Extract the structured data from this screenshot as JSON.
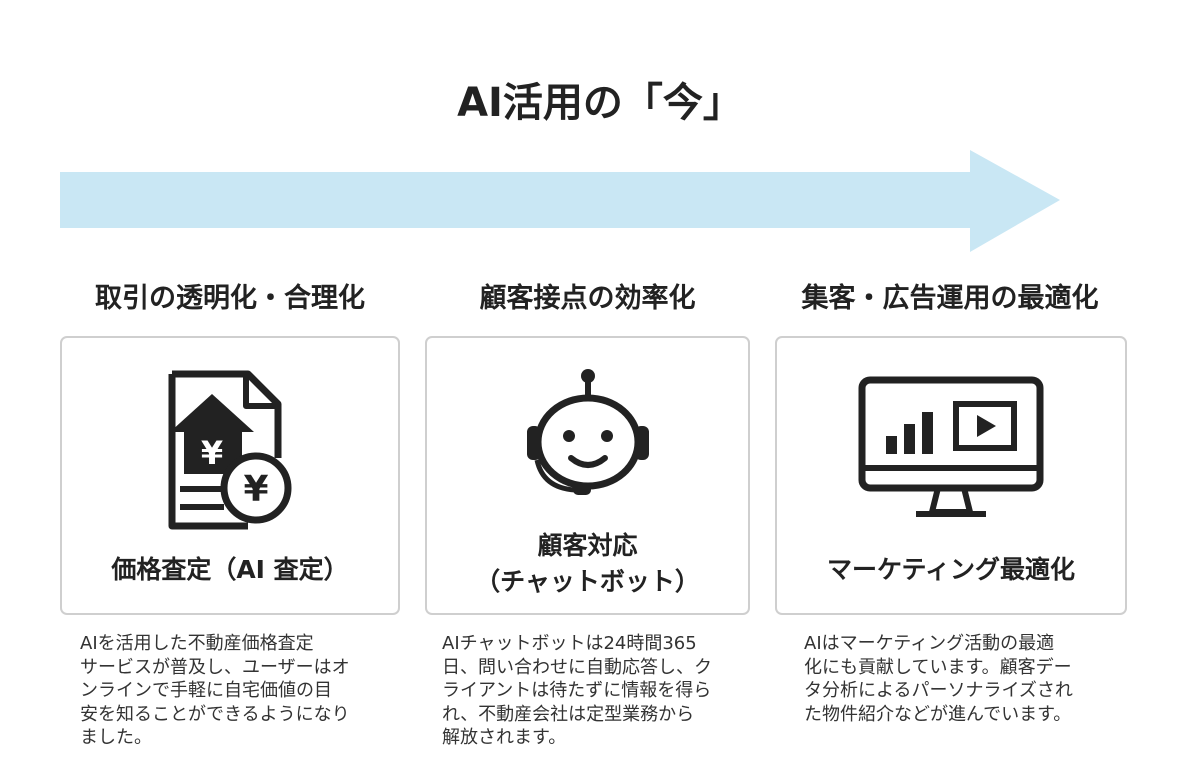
{
  "title": "AI活用の「今」",
  "colors": {
    "arrow": "#c9e7f4",
    "card_border": "#cfcfcf",
    "icon": "#222222"
  },
  "columns": [
    {
      "heading": "取引の透明化・合理化",
      "icon": "house-document-yen-icon",
      "card_title": [
        "価格査定（AI 査定）"
      ],
      "description": [
        "AIを活用した不動産価格査定",
        "サービスが普及し、ユーザーはオ",
        "ンラインで手軽に自宅価値の目",
        "安を知ることができるようになり",
        "ました。"
      ]
    },
    {
      "heading": "顧客接点の効率化",
      "icon": "chatbot-robot-icon",
      "card_title": [
        "顧客対応",
        "（チャットボット）"
      ],
      "description": [
        "AIチャットボットは24時間365",
        "日、問い合わせに自動応答し、ク",
        "ライアントは待たずに情報を得ら",
        "れ、不動産会社は定型業務から",
        "解放されます。"
      ]
    },
    {
      "heading": "集客・広告運用の最適化",
      "icon": "monitor-chart-video-icon",
      "card_title": [
        "マーケティング最適化"
      ],
      "description": [
        "AIはマーケティング活動の最適",
        "化にも貢献しています。顧客デー",
        "タ分析によるパーソナライズされ",
        "た物件紹介などが進んでいます。"
      ]
    }
  ]
}
